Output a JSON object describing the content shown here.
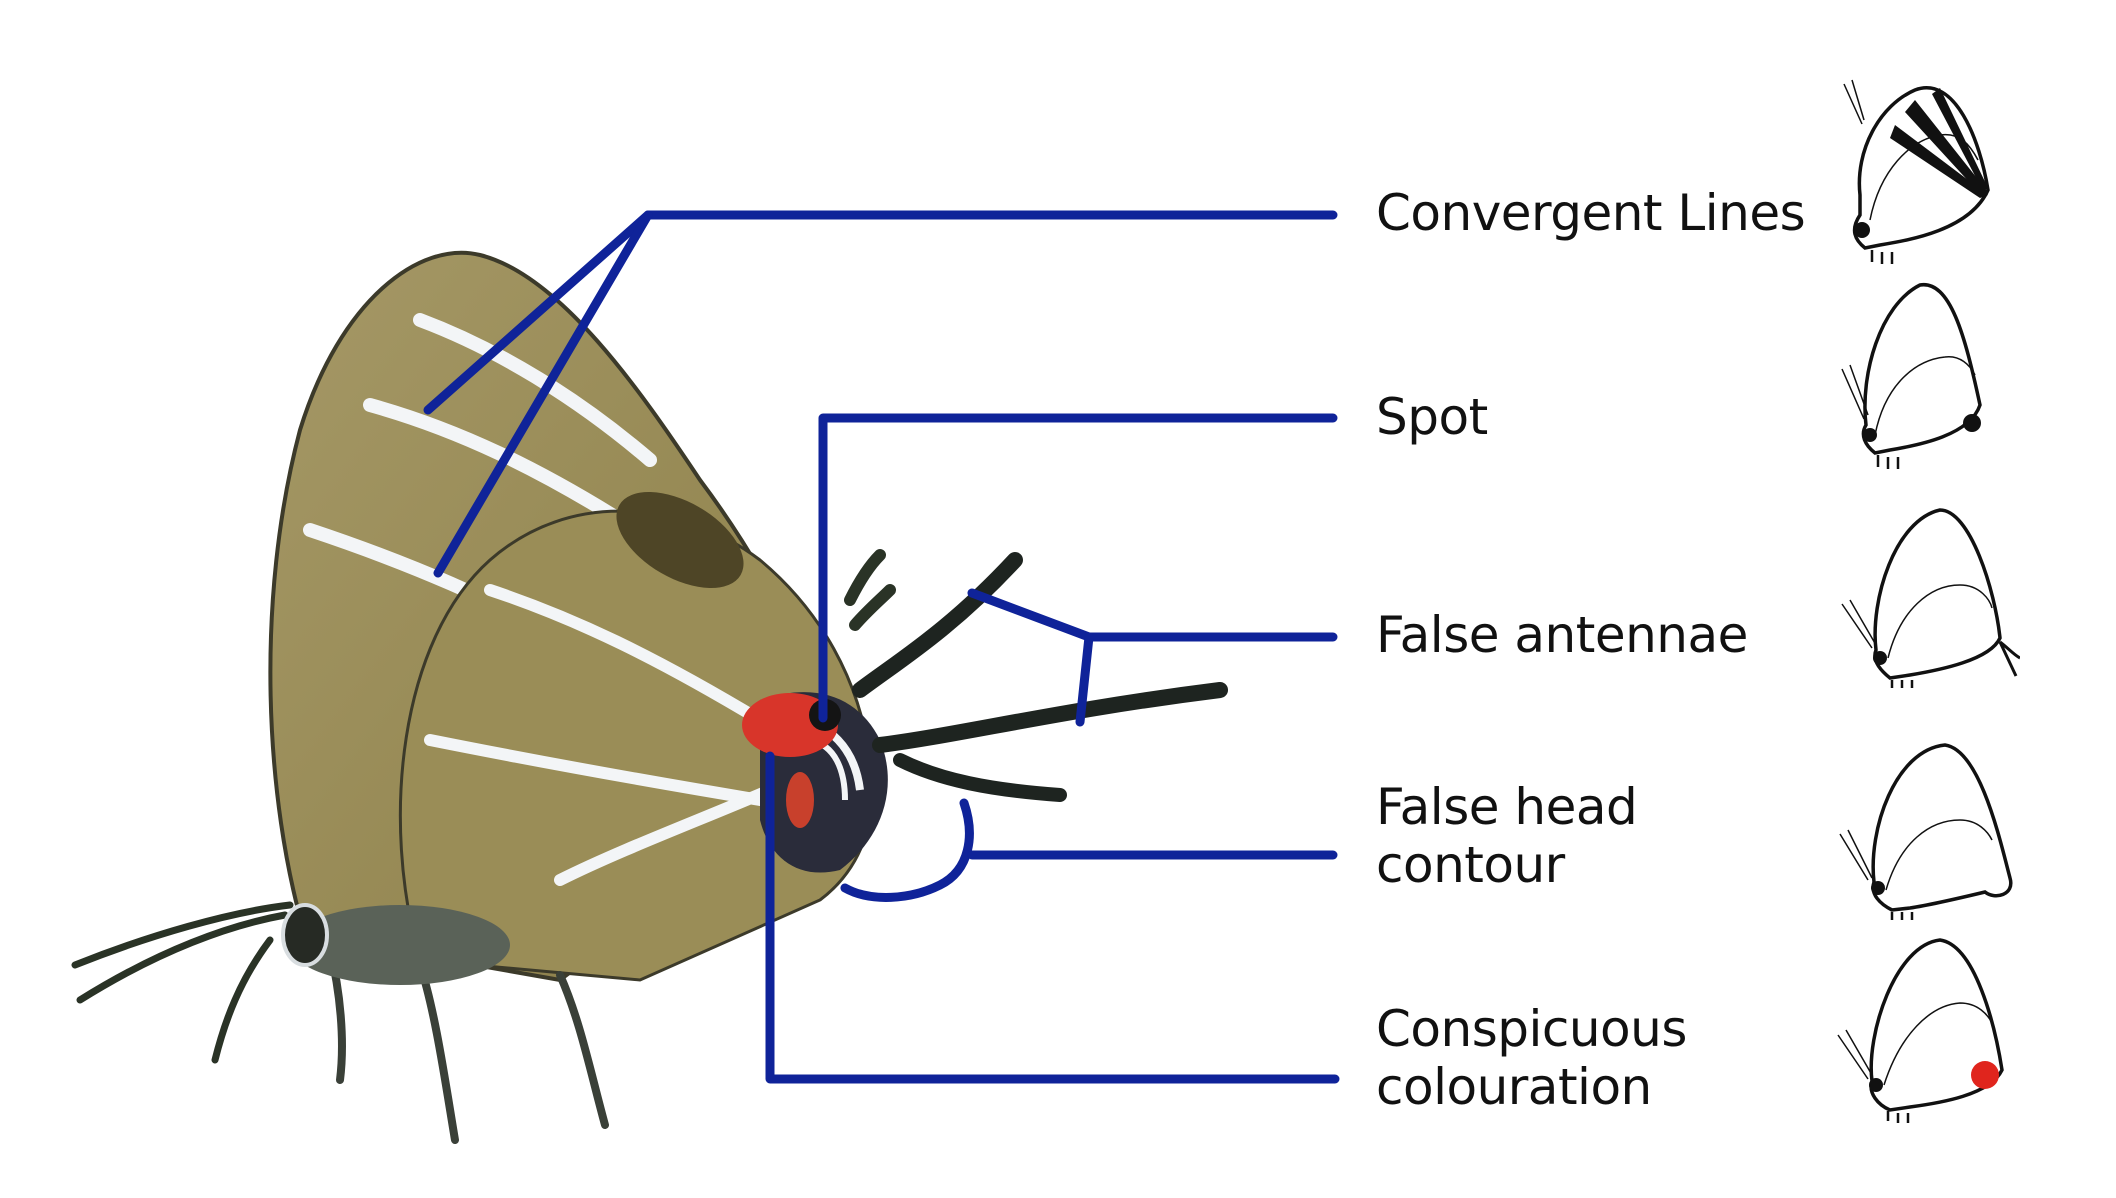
{
  "figure": {
    "subject": "Butterfly with false-head features",
    "colors": {
      "leader_line": "#0f2399",
      "label_text": "#111111",
      "wing": "#9a8c58",
      "wing_dark": "#6e6236",
      "wing_stripe": "#f4f6f8",
      "eyespot_red": "#d8352a",
      "icon_outline": "#111111",
      "icon_red_dot": "#e0251d",
      "background": "#ffffff"
    },
    "traits": [
      {
        "id": "convergent-lines",
        "label": "Convergent Lines",
        "icon": "butterfly-convergent-lines-icon"
      },
      {
        "id": "spot",
        "label": "Spot",
        "icon": "butterfly-spot-icon"
      },
      {
        "id": "false-antennae",
        "label": "False antennae",
        "icon": "butterfly-false-antennae-icon"
      },
      {
        "id": "false-head-contour",
        "label": "False head\ncontour",
        "icon": "butterfly-false-head-contour-icon"
      },
      {
        "id": "conspicuous-colouration",
        "label": "Conspicuous\ncolouration",
        "icon": "butterfly-conspicuous-colouration-icon"
      }
    ]
  }
}
